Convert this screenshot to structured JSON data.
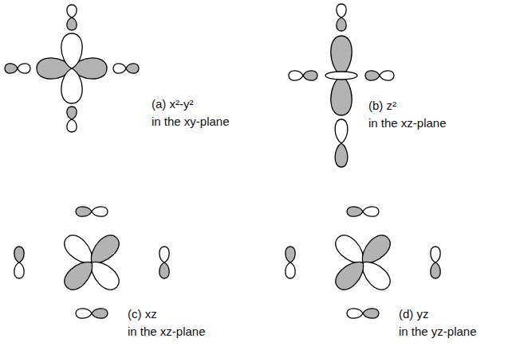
{
  "diagram": {
    "labels": [
      "(a) x²-y²",
      "in the xy-plane",
      "(b) z²",
      "in the xz-plane",
      "(c) xz",
      "in the xz-plane",
      "(d) yz",
      "in the yz-plane"
    ]
  }
}
